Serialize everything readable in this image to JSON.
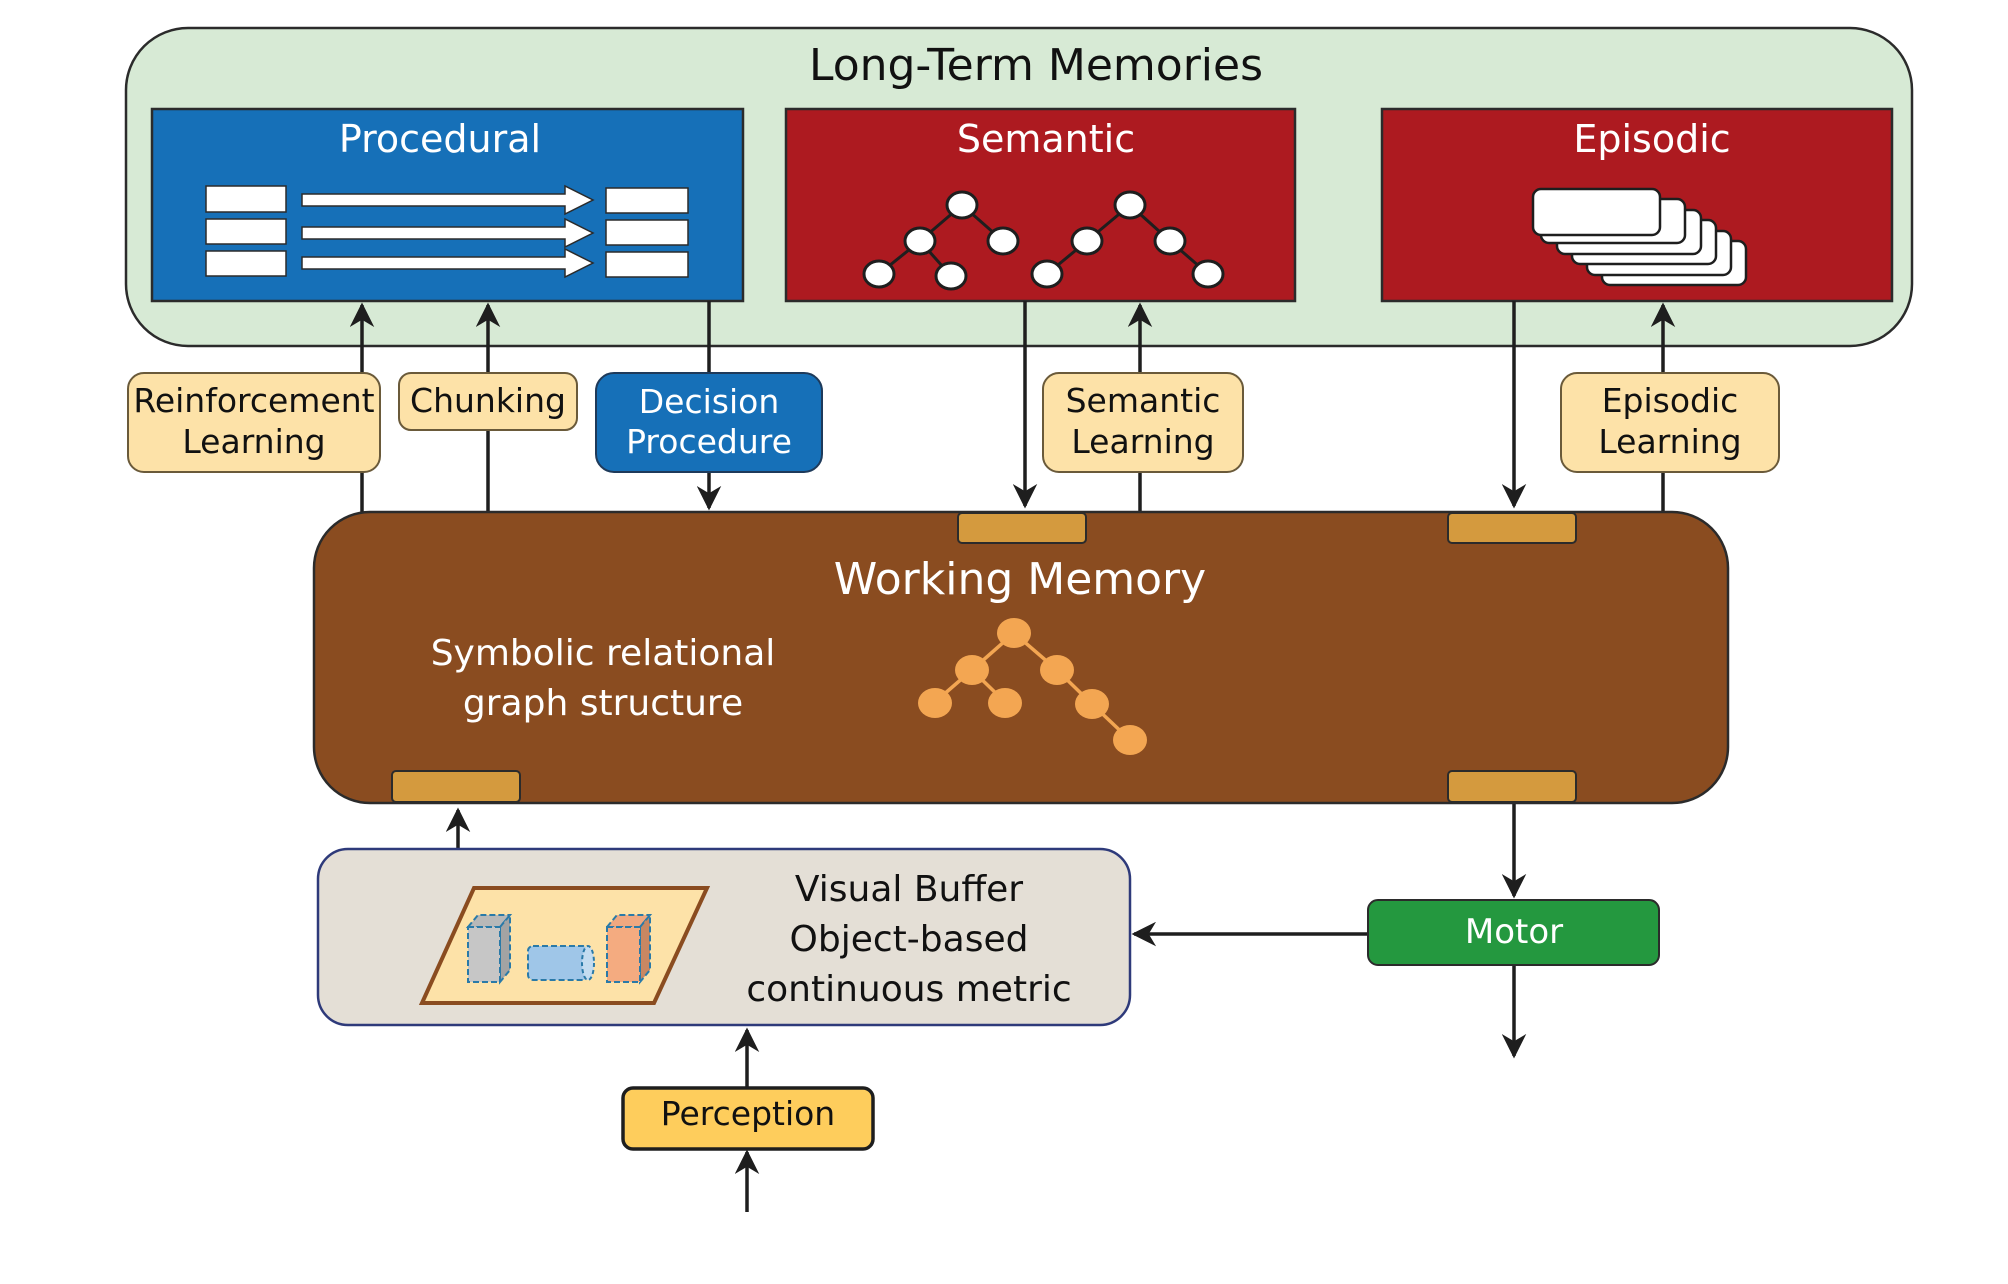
{
  "long_term": {
    "title": "Long-Term Memories",
    "fill": "#d7ead5",
    "modules": {
      "procedural": {
        "label": "Procedural",
        "fill": "#1670b8"
      },
      "semantic": {
        "label": "Semantic",
        "fill": "#ad1a20"
      },
      "episodic": {
        "label": "Episodic",
        "fill": "#ad1a20"
      }
    }
  },
  "learning": {
    "reinforcement": {
      "line1": "Reinforcement",
      "line2": "Learning"
    },
    "chunking": {
      "line1": "Chunking"
    },
    "semantic": {
      "line1": "Semantic",
      "line2": "Learning"
    },
    "episodic": {
      "line1": "Episodic",
      "line2": "Learning"
    },
    "fill": "#fde2a8"
  },
  "decision": {
    "line1": "Decision",
    "line2": "Procedure",
    "fill": "#1670b8"
  },
  "working_memory": {
    "title": "Working Memory",
    "subtitle_line1": "Symbolic relational",
    "subtitle_line2": "graph structure",
    "fill": "#8a4c20",
    "port_fill": "#d49a3e",
    "node_fill": "#f3a652"
  },
  "visual_buffer": {
    "line1": "Visual Buffer",
    "line2": "Object-based",
    "line3": "continuous metric",
    "fill": "#e4dfd6"
  },
  "motor": {
    "label": "Motor",
    "fill": "#24983f"
  },
  "perception": {
    "label": "Perception",
    "fill": "#fecd5c"
  }
}
